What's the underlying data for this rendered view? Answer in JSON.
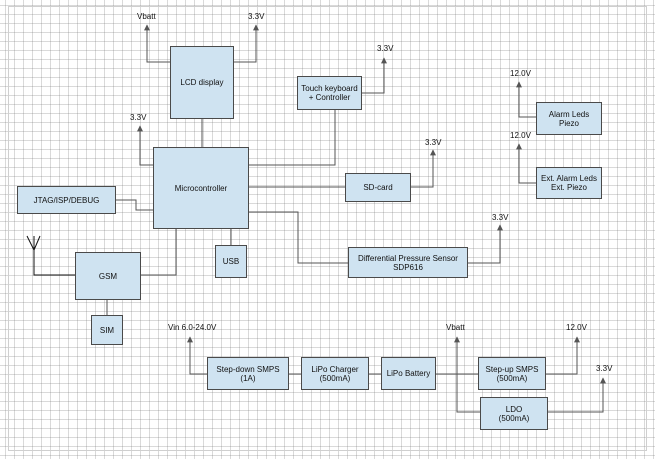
{
  "colors": {
    "block_fill": "#cfe3f1",
    "block_border": "#4a4a4a",
    "wire": "#555555",
    "grid": "#bdbdbd"
  },
  "blocks": {
    "lcd": "LCD display",
    "touch": "Touch keyboard\n+ Controller",
    "mcu": "Microcontroller",
    "jtag": "JTAG/ISP/DEBUG",
    "sdcard": "SD-card",
    "alarm": "Alarm Leds\nPiezo",
    "ext_alarm": "Ext. Alarm Leds\nExt. Piezo",
    "usb": "USB",
    "diff": "Differential Pressure Sensor\nSDP616",
    "gsm": "GSM",
    "sim": "SIM",
    "stepdown": "Step-down SMPS\n(1A)",
    "lipo_charger": "LiPo Charger\n(500mA)",
    "lipo_battery": "LiPo Battery",
    "stepup": "Step-up SMPS\n(500mA)",
    "ldo": "LDO\n(500mA)"
  },
  "rails": {
    "lcd_vbatt": "Vbatt",
    "lcd_3v3": "3.3V",
    "touch_3v3": "3.3V",
    "mcu_3v3": "3.3V",
    "sd_3v3": "3.3V",
    "alarm_12v": "12.0V",
    "ext_12v": "12.0V",
    "diff_3v3": "3.3V",
    "vin": "Vin 6.0-24.0V",
    "pwr_vbatt": "Vbatt",
    "stepup_12v": "12.0V",
    "ldo_3v3": "3.3V"
  }
}
